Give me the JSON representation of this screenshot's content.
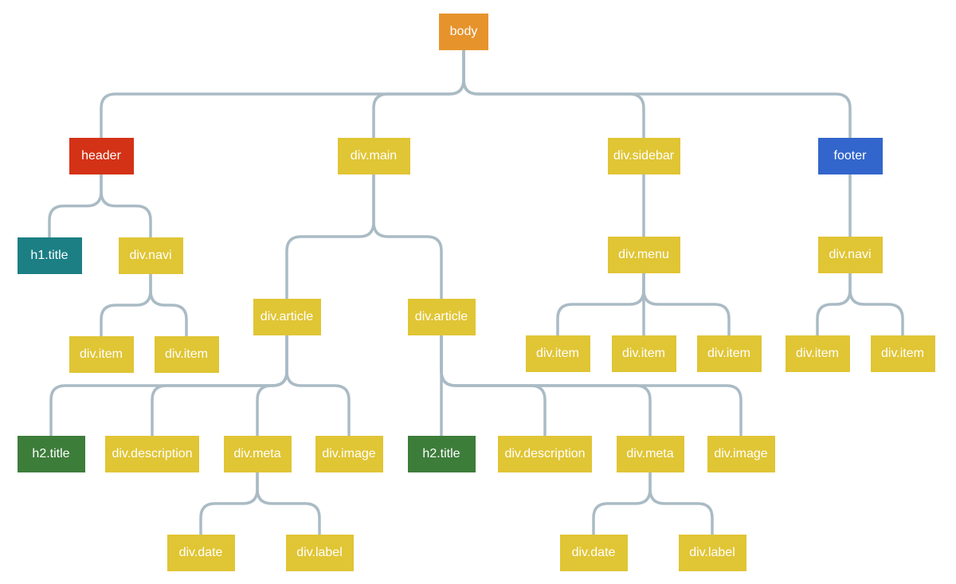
{
  "colors": {
    "connector": "#aabbc5",
    "text": "#ffffff",
    "body": "#e6932c",
    "header": "#d43216",
    "footer": "#3366cc",
    "title-h1": "#1b7f84",
    "title-h2": "#3d7d3a",
    "div": "#e0c535"
  },
  "tree": {
    "label": "body",
    "color": "body",
    "children": [
      {
        "label": "header",
        "color": "header",
        "children": [
          {
            "label": "h1.title",
            "color": "title-h1"
          },
          {
            "label": "div.navi",
            "color": "div",
            "children": [
              {
                "label": "div.item",
                "color": "div"
              },
              {
                "label": "div.item",
                "color": "div"
              }
            ]
          }
        ]
      },
      {
        "label": "div.main",
        "color": "div",
        "children": [
          {
            "label": "div.article",
            "color": "div",
            "children": [
              {
                "label": "h2.title",
                "color": "title-h2"
              },
              {
                "label": "div.description",
                "color": "div"
              },
              {
                "label": "div.meta",
                "color": "div",
                "children": [
                  {
                    "label": "div.date",
                    "color": "div"
                  },
                  {
                    "label": "div.label",
                    "color": "div"
                  }
                ]
              },
              {
                "label": "div.image",
                "color": "div"
              }
            ]
          },
          {
            "label": "div.article",
            "color": "div",
            "children": [
              {
                "label": "h2.title",
                "color": "title-h2"
              },
              {
                "label": "div.description",
                "color": "div"
              },
              {
                "label": "div.meta",
                "color": "div",
                "children": [
                  {
                    "label": "div.date",
                    "color": "div"
                  },
                  {
                    "label": "div.label",
                    "color": "div"
                  }
                ]
              },
              {
                "label": "div.image",
                "color": "div"
              }
            ]
          }
        ]
      },
      {
        "label": "div.sidebar",
        "color": "div",
        "children": [
          {
            "label": "div.menu",
            "color": "div",
            "children": [
              {
                "label": "div.item",
                "color": "div"
              },
              {
                "label": "div.item",
                "color": "div"
              },
              {
                "label": "div.item",
                "color": "div"
              }
            ]
          }
        ]
      },
      {
        "label": "footer",
        "color": "footer",
        "children": [
          {
            "label": "div.navi",
            "color": "div",
            "children": [
              {
                "label": "div.item",
                "color": "div"
              },
              {
                "label": "div.item",
                "color": "div"
              }
            ]
          }
        ]
      }
    ]
  }
}
